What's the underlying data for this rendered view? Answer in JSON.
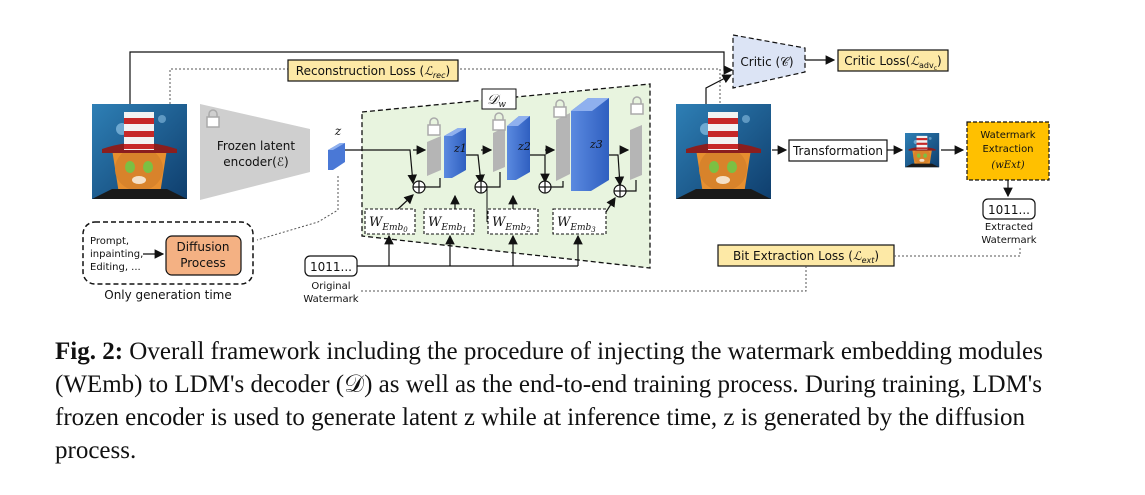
{
  "figure": {
    "frozen_encoder": "Frozen latent encoder(ℰ)",
    "frozen_encoder_line1": "Frozen latent",
    "frozen_encoder_line2": "encoder(ℰ)",
    "latent_label": "z",
    "decoder_label": "𝒟w",
    "decoder_label_main": "𝒟",
    "decoder_label_sub": "w",
    "z_blocks": [
      "z1",
      "z2",
      "z3"
    ],
    "wemb_blocks": [
      "WEmb0",
      "WEmb1",
      "WEmb2",
      "WEmb3"
    ],
    "reconstruction_loss": "Reconstruction Loss (ℒrec)",
    "reconstruction_loss_main": "Reconstruction Loss (",
    "reconstruction_loss_sym": "ℒ",
    "reconstruction_loss_sub": "rec",
    "critic": "Critic (𝒞)",
    "critic_loss": "Critic Loss(ℒadvc)",
    "critic_loss_main": "Critic Loss(",
    "critic_loss_sym": "ℒ",
    "critic_loss_sub": "adv",
    "critic_loss_subsub": "c",
    "transformation": "Transformation",
    "watermark_extraction_lines": [
      "Watermark",
      "Extraction"
    ],
    "watermark_extraction_var": "(wExt)",
    "bit_extraction_loss": "Bit Extraction Loss (ℒext)",
    "bit_extraction_loss_main": "Bit Extraction Loss (",
    "bit_extraction_loss_sym": "ℒ",
    "bit_extraction_loss_sub": "ext",
    "original_bits": "1011...",
    "original_watermark_lines": [
      "Original",
      "Watermark"
    ],
    "extracted_bits": "1011...",
    "extracted_watermark_lines": [
      "Extracted",
      "Watermark"
    ],
    "prompt_lines": [
      "Prompt,",
      "inpainting,",
      "Editing, ..."
    ],
    "diffusion_process_lines": [
      "Diffusion",
      "Process"
    ],
    "generation_note": "Only generation time"
  },
  "caption": {
    "label": "Fig. 2:",
    "text": "Overall framework including the procedure of injecting the watermark embedding modules (WEmb) to LDM's decoder (𝒟) as well as the end-to-end training process. During training, LDM's frozen encoder is used to generate latent z while at inference time, z is generated by the diffusion process."
  },
  "colors": {
    "loss_fill": "#fde9a6",
    "decoder_fill": "#e8f4df",
    "z_block": "#4a78d6",
    "critic_fill": "#dce4f5",
    "diffusion_fill": "#f4b183",
    "extraction_fill": "#ffc000"
  }
}
